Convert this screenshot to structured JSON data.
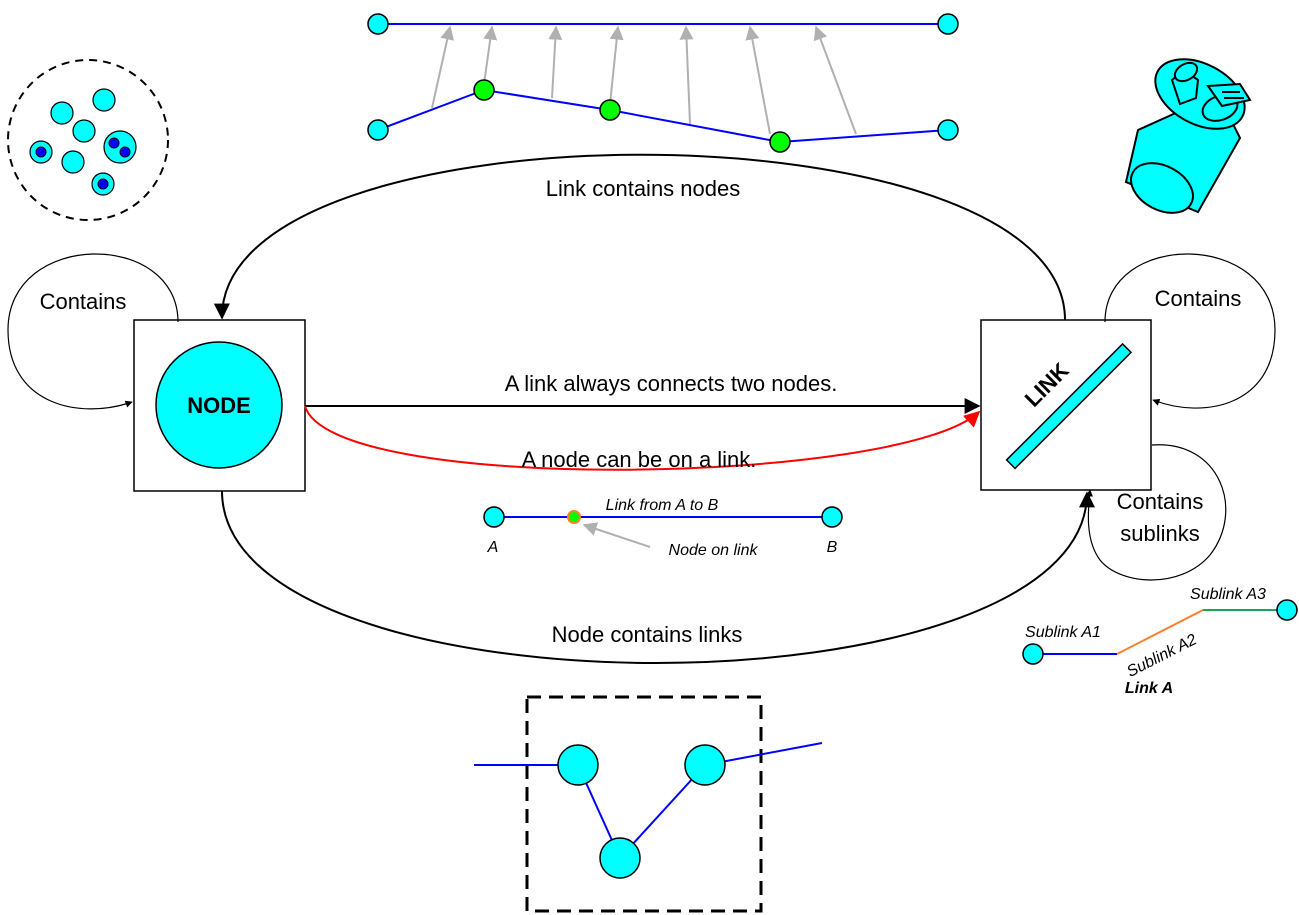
{
  "colors": {
    "node_fill": "#00ffff",
    "link_blue": "#0000ff",
    "on_link_node": "#00ff00",
    "inner_node": "#0000ff",
    "red_curve": "#ff0000",
    "gray_arrow": "#b0b0b0",
    "sublink_a1": "#0000ff",
    "sublink_a2": "#ff7f27",
    "sublink_a3": "#22a160"
  },
  "labels": {
    "node_box": "NODE",
    "link_box": "LINK",
    "node_contains": "Contains",
    "link_contains": "Contains",
    "link_contains_nodes": "Link contains nodes",
    "link_connects": "A link always connects two nodes.",
    "node_on_link": "A node can be on a link.",
    "node_contains_links": "Node contains links",
    "contains_sublinks_1": "Contains",
    "contains_sublinks_2": "sublinks",
    "link_from_a_to_b": "Link from A to B",
    "node_on_link_small": "Node on link",
    "end_a": "A",
    "end_b": "B",
    "sublink_a1": "Sublink A1",
    "sublink_a2": "Sublink A2",
    "sublink_a3": "Sublink A3",
    "link_a": "Link A"
  }
}
